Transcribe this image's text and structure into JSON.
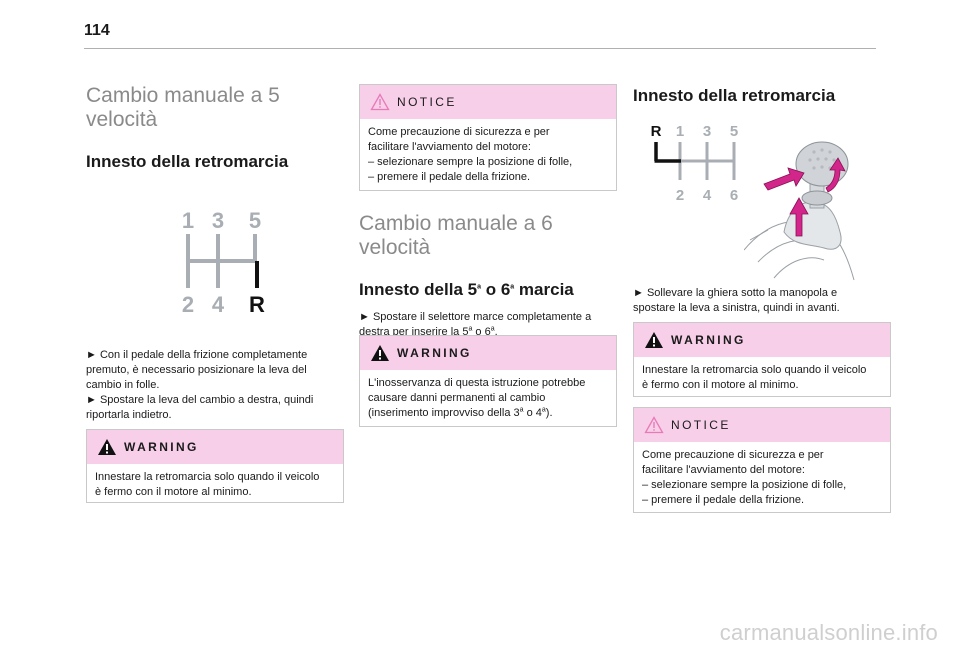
{
  "page_number": "114",
  "col1": {
    "section_title_l1": "Cambio manuale a 5",
    "section_title_l2": "velocità",
    "subtitle": "Innesto della retromarcia",
    "diagram": {
      "top": [
        "1",
        "3",
        "5"
      ],
      "bottom": [
        "2",
        "4",
        "R"
      ]
    },
    "para1_l1": "► Con il pedale della frizione completamente",
    "para1_l2": "premuto, è necessario posizionare la leva del",
    "para1_l3": "cambio in folle.",
    "para2_l1": "► Spostare la leva del cambio a destra, quindi",
    "para2_l2": "riportarla indietro.",
    "warning_title": "WARNING",
    "warning_l1": "Innestare la retromarcia solo quando il veicolo",
    "warning_l2": "è fermo con il motore al minimo."
  },
  "col2": {
    "notice_title": "NOTICE",
    "notice_l1": "Come precauzione di sicurezza e per",
    "notice_l2": "facilitare l'avviamento del motore:",
    "notice_l3": "– selezionare sempre la posizione di folle,",
    "notice_l4": "– premere il pedale della frizione.",
    "section_title_l1": "Cambio manuale a 6",
    "section_title_l2": "velocità",
    "subtitle_a": "Innesto della 5",
    "subtitle_sup1": "a",
    "subtitle_b": " o 6",
    "subtitle_sup2": "a",
    "subtitle_c": " marcia",
    "para_l1": "► Spostare il selettore marce completamente a",
    "para_l2a": "destra per inserire la 5",
    "para_l2sup1": "a",
    "para_l2b": " o 6",
    "para_l2sup2": "a",
    "para_l2c": ".",
    "warning_title": "WARNING",
    "warning_l1": "L'inosservanza di questa istruzione potrebbe",
    "warning_l2": "causare danni permanenti al cambio",
    "warning_l3a": "(inserimento improvviso della 3",
    "warning_l3sup1": "a",
    "warning_l3b": " o 4",
    "warning_l3sup2": "a",
    "warning_l3c": ")."
  },
  "col3": {
    "subtitle": "Innesto della retromarcia",
    "diagram": {
      "top": [
        "R",
        "1",
        "3",
        "5"
      ],
      "bottom": [
        "2",
        "4",
        "6"
      ]
    },
    "para_l1": "► Sollevare la ghiera sotto la manopola e",
    "para_l2": "spostare la leva a sinistra, quindi in avanti.",
    "warning_title": "WARNING",
    "warning_l1": "Innestare la retromarcia solo quando il veicolo",
    "warning_l2": "è fermo con il motore al minimo.",
    "notice_title": "NOTICE",
    "notice_l1": "Come precauzione di sicurezza e per",
    "notice_l2": "facilitare l'avviamento del motore:",
    "notice_l3": "– selezionare sempre la posizione di folle,",
    "notice_l4": "– premere il pedale della frizione."
  },
  "watermark": "carmanualsonline.info",
  "colors": {
    "notice_bg": "#f7cfe9",
    "gray_heading": "#8a8a8a",
    "gear_gray": "#a8aeb3",
    "arrow_pink": "#d2268a"
  }
}
